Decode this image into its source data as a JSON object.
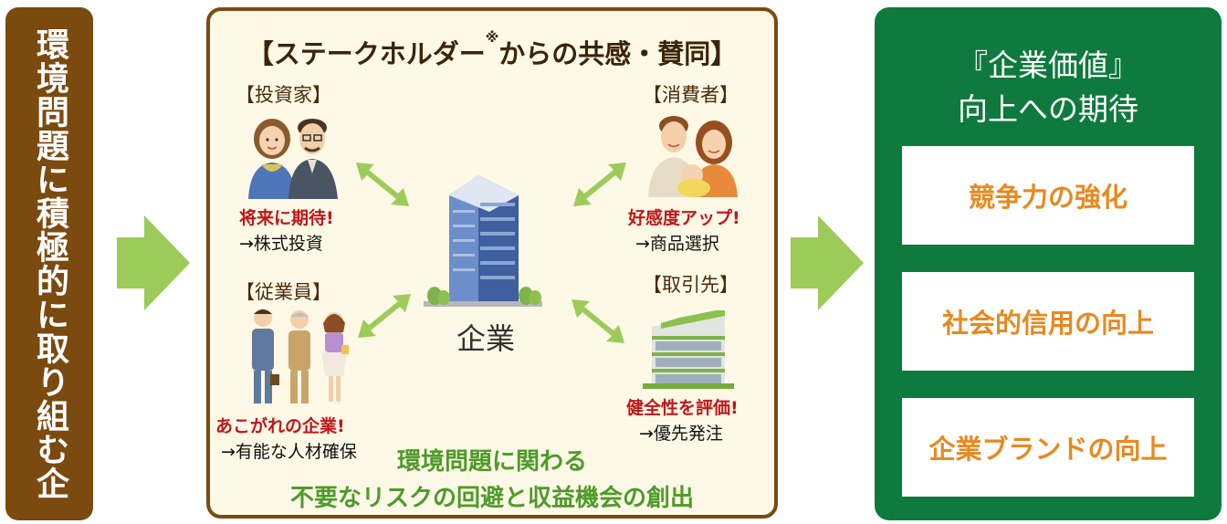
{
  "left_banner": {
    "text": "環境問題に積極的に取り組む企業"
  },
  "center": {
    "title": "【ステークホルダー",
    "title_note": "※",
    "title_rest": "からの共感・賛同】",
    "company_label": "企業",
    "stakeholders": {
      "investor": {
        "label": "【投資家】",
        "reaction": "将来に期待!",
        "action": "→株式投資"
      },
      "consumer": {
        "label": "【消費者】",
        "reaction": "好感度アップ!",
        "action": "→商品選択"
      },
      "employee": {
        "label": "【従業員】",
        "reaction": "あこがれの企業!",
        "action": "→有能な人材確保"
      },
      "partner": {
        "label": "【取引先】",
        "reaction": "健全性を評価!",
        "action": "→優先発注"
      }
    },
    "bottom_line1": "環境問題に関わる",
    "bottom_line2": "不要なリスクの回避と収益機会の創出"
  },
  "right": {
    "title_line1": "『企業価値』",
    "title_line2": "向上への期待",
    "items": [
      "競争力の強化",
      "社会的信用の向上",
      "企業ブランドの向上"
    ]
  },
  "colors": {
    "brown": "#7b4a0f",
    "arrow_green": "#9ccb5a",
    "dark_green": "#0f7a3d",
    "orange": "#e8891f",
    "red": "#c0161b"
  }
}
